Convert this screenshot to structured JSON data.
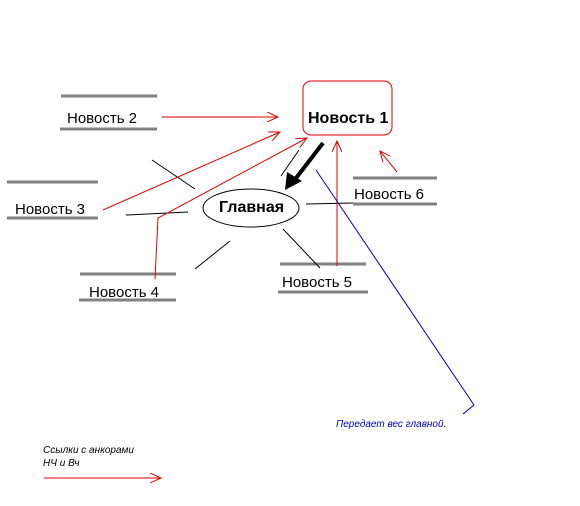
{
  "nodes": {
    "main": "Главная",
    "news1": "Новость 1",
    "news2": "Новость 2",
    "news3": "Новость 3",
    "news4": "Новость 4",
    "news5": "Новость 5",
    "news6": "Новость 6"
  },
  "annotation": "Передает вес главной.",
  "legend": {
    "line1": "Ссылки с анкорами",
    "line2": "НЧ и Вч"
  },
  "colors": {
    "red": "#e00000",
    "blue": "#0000c0",
    "gray": "#808080",
    "black": "#000000"
  }
}
